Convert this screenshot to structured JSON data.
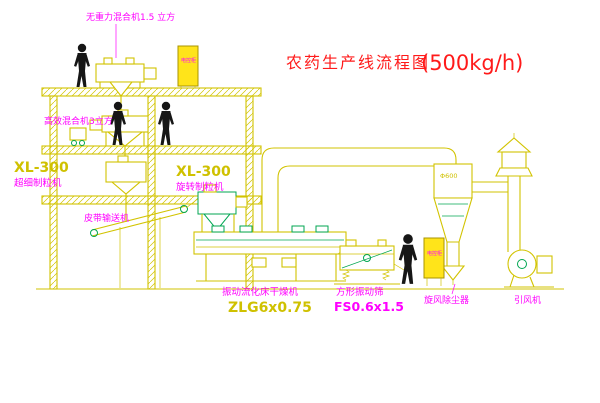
{
  "title": {
    "main": "农药生产线流程图",
    "capacity": "(500kg/h)"
  },
  "labels": {
    "top_mixer": "无重力混合机1.5 立方",
    "mixer2": "高效混合机3立方",
    "granulator_left_model": "XL-300",
    "granulator_left": "超细制粒机",
    "granulator_center_model": "XL-300",
    "granulator_center": "旋转制粒机",
    "belt_conveyor": "皮带输送机",
    "dryer": "振动流化床干燥机",
    "dryer_model": "ZLG6x0.75",
    "sieve": "方形振动筛",
    "sieve_model": "FS0.6x1.5",
    "cyclone": "旋风除尘器",
    "cyclone_dim": "Φ600",
    "fan": "引风机",
    "cabinet_top": "电控柜",
    "cabinet_bottom": "电控柜"
  },
  "colors": {
    "cad_yellow": "#d2c300",
    "cad_green": "#00a651",
    "label_magenta": "#ff00ff",
    "title_red": "#ff1a1a",
    "figure_black": "#161616",
    "background": "#ffffff"
  }
}
